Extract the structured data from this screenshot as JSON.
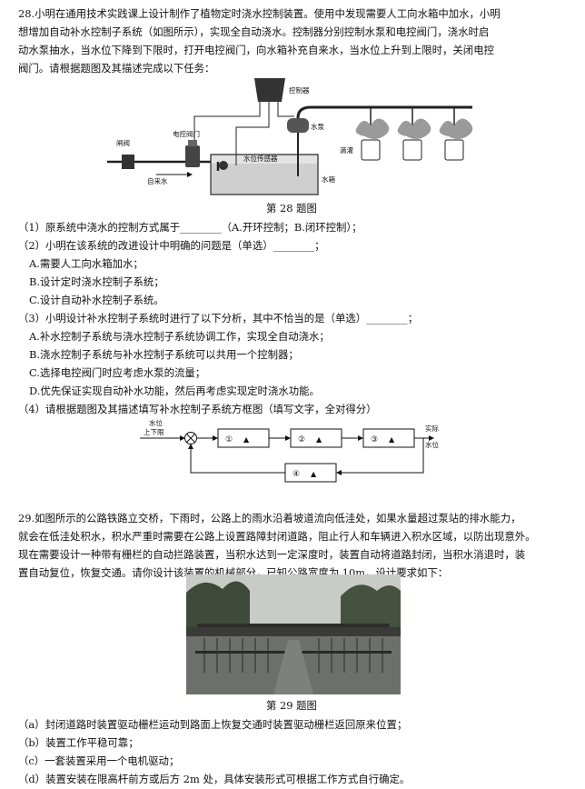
{
  "q28": {
    "intro": [
      "28.小明在通用技术实践课上设计制作了植物定时浇水控制装置。使用中发现需要人工向水箱中加水，小明",
      "想增加自动补水控制子系统（如图所示），实现全自动浇水。控制器分别控制水泵和电控阀门，浇水时启",
      "动水泵抽水，当水位下降到下限时，打开电控阀门，向水箱补充自来水，当水位上升到上限时，关闭电控",
      "阀门。请根据题图及其描述完成以下任务："
    ],
    "figure": {
      "caption": "第 28 题图",
      "labels": {
        "valve": "闸阀",
        "e_valve": "电控阀门",
        "tap": "自来水",
        "sensor": "水位传感器",
        "tank": "水箱",
        "controller": "控制器",
        "pump": "水泵",
        "drip": "滴灌"
      }
    },
    "items": [
      "（1）原系统中浇水的控制方式属于________（A.开环控制；B.闭环控制）；",
      "（2）小明在该系统的改进设计中明确的问题是（单选）________；",
      "A.需要人工向水箱加水；",
      "B.设计定时浇水控制子系统；",
      "C.设计自动补水控制子系统。",
      "（3）小明设计补水控制子系统时进行了以下分析，其中不恰当的是（单选）________；",
      "A.补水控制子系统与浇水控制子系统协调工作，实现全自动浇水；",
      "B.浇水控制子系统与补水控制子系统可以共用一个控制器；",
      "C.选择电控阀门时应考虑水泵的流量；",
      "D.优先保证实现自动补水功能，然后再考虑实现定时浇水功能。",
      "（4）请根据题图及其描述填写补水控制子系统方框图（填写文字，全对得分）"
    ],
    "block_diagram": {
      "input": [
        "水位",
        "上下限"
      ],
      "output": [
        "实际",
        "水位"
      ],
      "boxes": [
        "①",
        "②",
        "③",
        "④"
      ],
      "marks": [
        "▲",
        "▲",
        "▲",
        "▲"
      ]
    }
  },
  "q29": {
    "intro": [
      "29.如图所示的公路铁路立交桥，下雨时，公路上的雨水沿着坡道流向低洼处，如果水量超过泵站的排水能力，",
      "就会在低洼处积水，积水严重时需要在公路上设置路障封闭道路，阻止行人和车辆进入积水区域，以防出现意外。",
      "现在需要设计一种带有栅栏的自动拦路装置，当积水达到一定深度时，装置自动将道路封闭，当积水消退时，装",
      "置自动复位，恢复交通。请你设计该装置的机械部分，已知公路宽度为 10m，设计要求如下："
    ],
    "caption": "第 29 题图",
    "reqs": [
      "（a）封闭道路时装置驱动栅栏运动到路面上恢复交通时装置驱动栅栏返回原来位置；",
      "（b）装置工作平稳可靠；",
      "（c）一套装置采用一个电机驱动；",
      "（d）装置安装在限高杆前方或后方 2m 处，具体安装形式可根据工作方式自行确定。"
    ]
  }
}
